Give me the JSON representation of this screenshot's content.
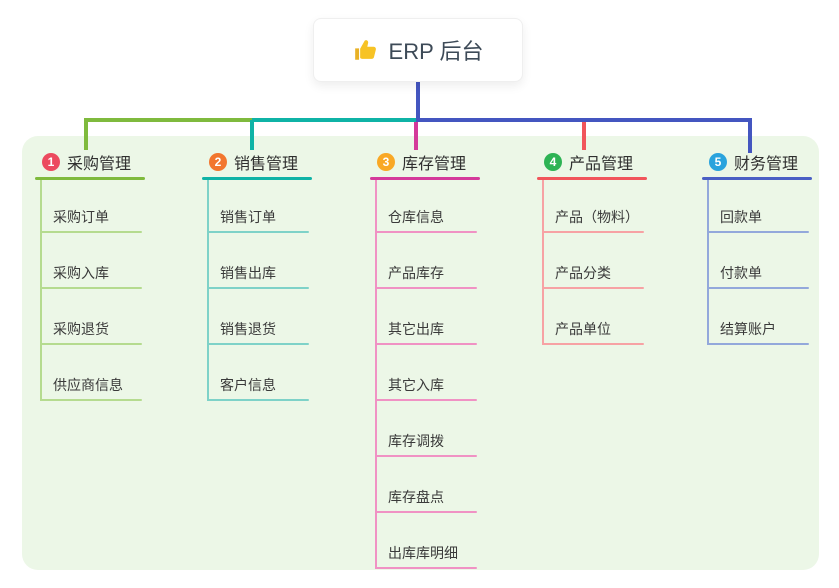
{
  "root": {
    "title": "ERP 后台",
    "icon": "thumbs-up-icon"
  },
  "branches": [
    {
      "badge": "1",
      "title": "采购管理",
      "badge_color": "#ec4a5f",
      "line_color": "#7fba3d",
      "child_line_color": "#b5db8f",
      "children": [
        "采购订单",
        "采购入库",
        "采购退货",
        "供应商信息"
      ]
    },
    {
      "badge": "2",
      "title": "销售管理",
      "badge_color": "#f2762e",
      "line_color": "#0fb3a6",
      "child_line_color": "#7ed2c8",
      "children": [
        "销售订单",
        "销售出库",
        "销售退货",
        "客户信息"
      ]
    },
    {
      "badge": "3",
      "title": "库存管理",
      "badge_color": "#f9a825",
      "line_color": "#d43a9a",
      "child_line_color": "#f092c4",
      "children": [
        "仓库信息",
        "产品库存",
        "其它出库",
        "其它入库",
        "库存调拨",
        "库存盘点",
        "出库库明细"
      ]
    },
    {
      "badge": "4",
      "title": "产品管理",
      "badge_color": "#2db354",
      "line_color": "#f1555b",
      "child_line_color": "#f7a2a4",
      "children": [
        "产品（物料）",
        "产品分类",
        "产品单位"
      ]
    },
    {
      "badge": "5",
      "title": "财务管理",
      "badge_color": "#29a3dd",
      "line_color": "#4a5fc4",
      "child_line_color": "#93a8db",
      "children": [
        "回款单",
        "付款单",
        "结算账户"
      ]
    }
  ],
  "palette": {
    "canvas_background": "#ecf7e7",
    "root_connector": "#4456c0",
    "root_text": "#3d4a57",
    "node_text": "#3a3a3a",
    "thumb_icon": "#f7c325"
  }
}
